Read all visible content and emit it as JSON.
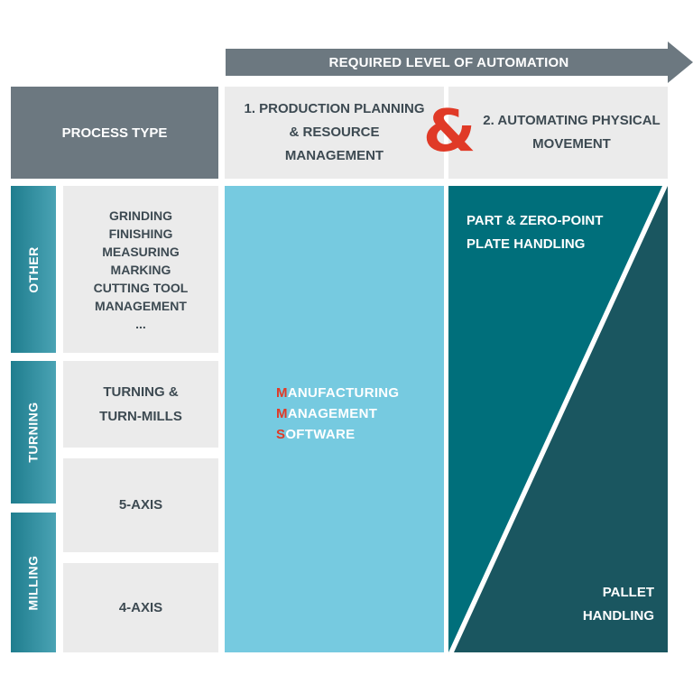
{
  "header": {
    "automation_label": "REQUIRED LEVEL OF AUTOMATION",
    "process_type_label": "PROCESS TYPE",
    "column1_label": "1. PRODUCTION PLANNING & RESOURCE MANAGEMENT",
    "ampersand": "&",
    "column2_label": "2. AUTOMATING PHYSICAL MOVEMENT"
  },
  "categories": {
    "other": "OTHER",
    "turning": "TURNING",
    "milling": "MILLING"
  },
  "processes": {
    "other_lines": [
      "GRINDING",
      "FINISHING",
      "MEASURING",
      "MARKING",
      "CUTTING TOOL",
      "MANAGEMENT",
      "..."
    ],
    "turning": "TURNING & TURN-MILLS",
    "five_axis": "5-AXIS",
    "four_axis": "4-AXIS"
  },
  "mms": {
    "line1_initial": "M",
    "line1_rest": "ANUFACTURING",
    "line2_initial": "M",
    "line2_rest": "ANAGEMENT",
    "line3_initial": "S",
    "line3_rest": "OFTWARE"
  },
  "movement": {
    "upper_label": "PART & ZERO-POINT PLATE HANDLING",
    "lower_label": "PALLET HANDLING"
  },
  "colors": {
    "header_grey": "#6c7880",
    "light_grey": "#ebebeb",
    "accent_red": "#e03a27",
    "mms_blue": "#76cae0",
    "teal": "#006f7b",
    "dark_teal": "#1a5660"
  }
}
